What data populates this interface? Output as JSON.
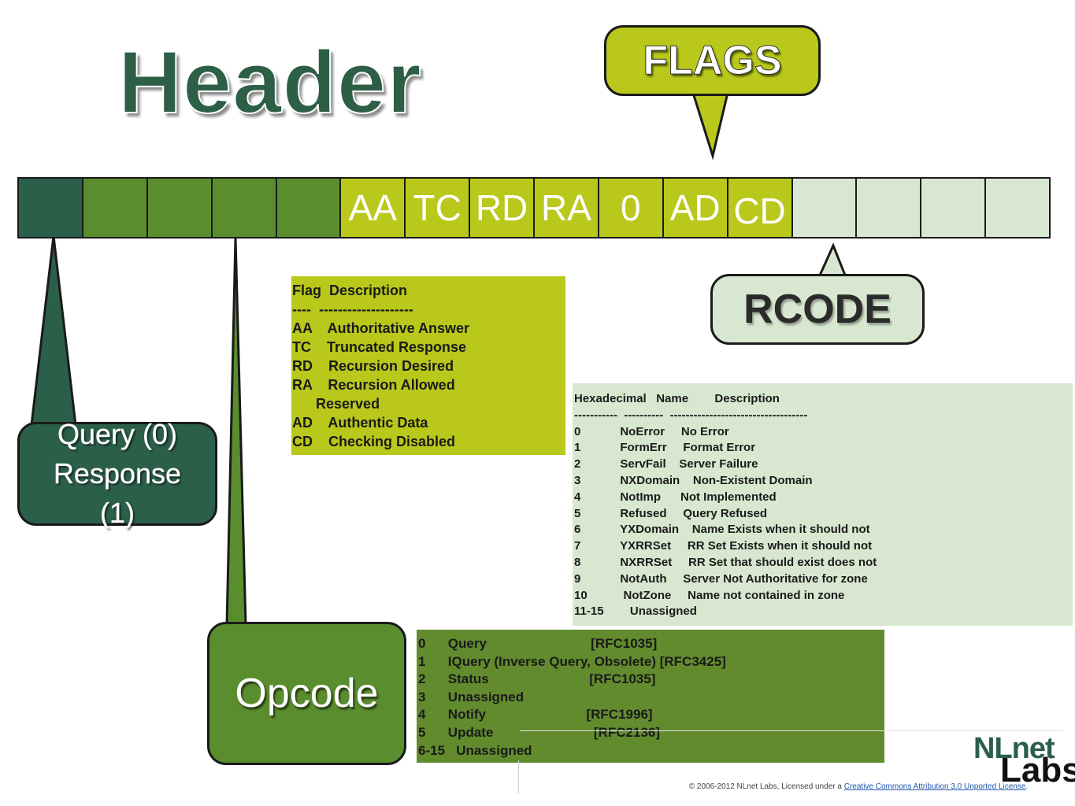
{
  "title": "Header",
  "bit_labels": [
    "",
    "",
    "",
    "",
    "",
    "AA",
    "TC",
    "RD",
    "RA",
    "0",
    "AD",
    "CD",
    "",
    "",
    "",
    ""
  ],
  "callouts": {
    "flags": "FLAGS",
    "rcode": "RCODE",
    "qr_line1": "Query (0)",
    "qr_line2": "Response",
    "qr_line3": "(1)",
    "opcode": "Opcode"
  },
  "flag_table": "Flag  Description\n----  --------------------\nAA    Authoritative Answer\nTC    Truncated Response\nRD    Recursion Desired\nRA    Recursion Allowed\n      Reserved\nAD    Authentic Data\nCD    Checking Disabled",
  "rcode_table": "Hexadecimal   Name        Description\n-----------  ----------  -----------------------------------\n0            NoError     No Error\n1            FormErr     Format Error\n2            ServFail    Server Failure\n3            NXDomain    Non-Existent Domain\n4            NotImp      Not Implemented\n5            Refused     Query Refused\n6            YXDomain    Name Exists when it should not\n7            YXRRSet     RR Set Exists when it should not\n8            NXRRSet     RR Set that should exist does not\n9            NotAuth     Server Not Authoritative for zone\n10           NotZone     Name not contained in zone\n11-15        Unassigned",
  "opcode_table": "0      Query                            [RFC1035]\n1      IQuery (Inverse Query, Obsolete) [RFC3425]\n2      Status                           [RFC1035]\n3      Unassigned\n4      Notify                           [RFC1996]\n5      Update                           [RFC2136]\n6-15   Unassigned",
  "logo": {
    "line1": "NLnet",
    "line2": "Labs"
  },
  "footer": {
    "text": "© 2006-2012 NLnet Labs, Licensed under a ",
    "link": "Creative Commons Attribution 3.0 Unported License",
    "end": "."
  },
  "colors": {
    "dark_green": "#2b5f4a",
    "mid_green": "#5a8d2e",
    "lime": "#b9c81a",
    "pale_green": "#d8e8d0"
  }
}
